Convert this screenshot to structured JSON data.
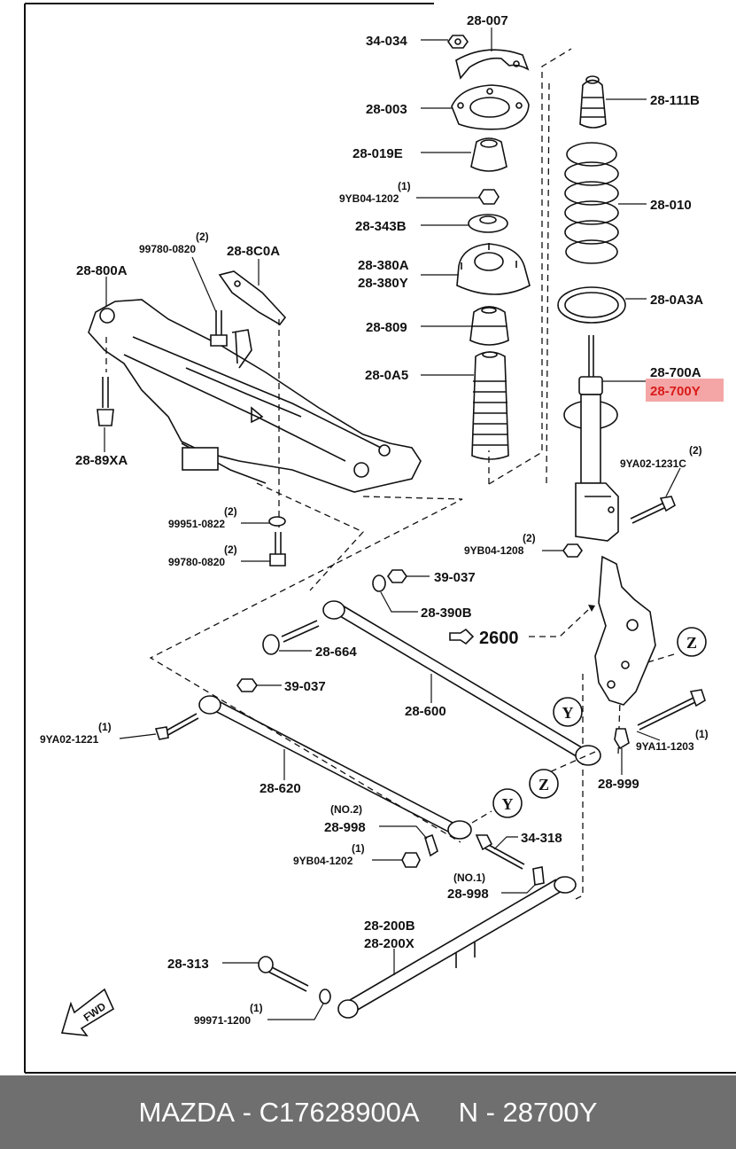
{
  "labels": {
    "p28_007": "28-007",
    "p34_034": "34-034",
    "p28_003": "28-003",
    "p28_019E": "28-019E",
    "q1a": "(1)",
    "p9YB04_1202a": "9YB04-1202",
    "p28_343B": "28-343B",
    "p28_380A": "28-380A",
    "p28_380Y": "28-380Y",
    "p28_809": "28-809",
    "p28_0A5": "28-0A5",
    "p28_111B": "28-111B",
    "p28_010": "28-010",
    "p28_0A3A": "28-0A3A",
    "p28_700A": "28-700A",
    "p28_700Y": "28-700Y",
    "q2a": "(2)",
    "p9YA02_1231C": "9YA02-1231C",
    "q2b": "(2)",
    "p9YB04_1208": "9YB04-1208",
    "q2c": "(2)",
    "p99780_0820a": "99780-0820",
    "p28_8C0A": "28-8C0A",
    "p28_800A": "28-800A",
    "p28_89XA": "28-89XA",
    "q2d": "(2)",
    "p99951_0822": "99951-0822",
    "q2e": "(2)",
    "p99780_0820b": "99780-0820",
    "p39_037a": "39-037",
    "p28_390B": "28-390B",
    "p2600": "2600",
    "p28_664": "28-664",
    "p39_037b": "39-037",
    "p28_600": "28-600",
    "q1b": "(1)",
    "p9YA02_1221": "9YA02-1221",
    "p28_620": "28-620",
    "q1c": "(1)",
    "p9YA11_1203": "9YA11-1203",
    "p28_999": "28-999",
    "no2": "(NO.2)",
    "p28_998a": "28-998",
    "q1d": "(1)",
    "p9YB04_1202b": "9YB04-1202",
    "p34_318": "34-318",
    "no1": "(NO.1)",
    "p28_998b": "28-998",
    "p28_200B": "28-200B",
    "p28_200X": "28-200X",
    "p28_313": "28-313",
    "q1e": "(1)",
    "p99971_1200": "99971-1200",
    "fwd": "FWD",
    "circle_z1": "Z",
    "circle_y1": "Y",
    "circle_z2": "Z",
    "circle_y2": "Y"
  },
  "footer": {
    "brand": "MAZDA",
    "sep": " - ",
    "part_code": "C17628900A",
    "ref_prefix": "N - ",
    "ref": "28700Y"
  },
  "colors": {
    "highlight_bg": "#f4a6a6",
    "highlight_text": "#d91a1a",
    "footer_bg": "#6f6f6f"
  }
}
